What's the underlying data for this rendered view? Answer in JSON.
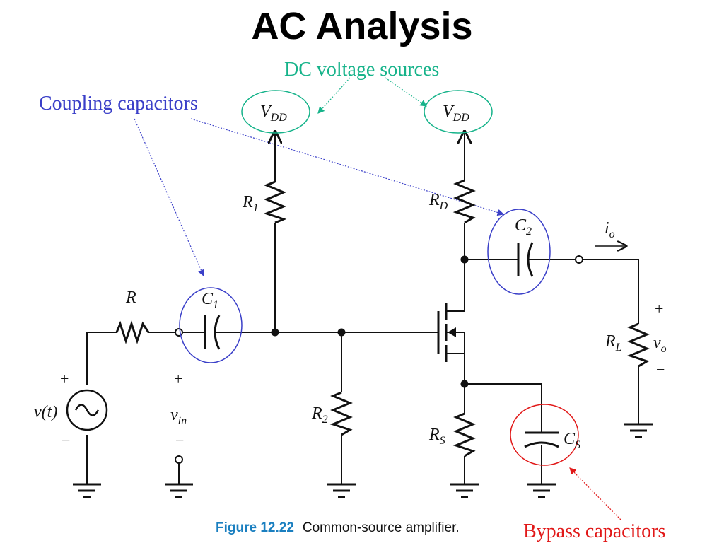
{
  "title": "AC Analysis",
  "annotations": {
    "dc_sources": {
      "text": "DC voltage sources",
      "color": "#16b38a"
    },
    "coupling": {
      "text": "Coupling capacitors",
      "color": "#3a3fc8"
    },
    "bypass": {
      "text": "Bypass capacitors",
      "color": "#e11818"
    }
  },
  "labels": {
    "vdd_main": "V",
    "vdd_sub": "DD",
    "r": "R",
    "r1_main": "R",
    "r1_sub": "1",
    "r2_main": "R",
    "r2_sub": "2",
    "rd_main": "R",
    "rd_sub": "D",
    "rs_main": "R",
    "rs_sub": "S",
    "rl_main": "R",
    "rl_sub": "L",
    "c1_main": "C",
    "c1_sub": "1",
    "c2_main": "C",
    "c2_sub": "2",
    "cs_main": "C",
    "cs_sub": "S",
    "io_main": "i",
    "io_sub": "o",
    "vo_main": "v",
    "vo_sub": "o",
    "vin_main": "v",
    "vin_sub": "in",
    "vt": "v(t)",
    "plus": "+",
    "minus": "−"
  },
  "caption": {
    "number": "Figure 12.22",
    "text": "Common-source amplifier."
  },
  "colors": {
    "wire": "#111111",
    "dc_ellipse": "#16b38a",
    "coupling_circle": "#3a3fc8",
    "bypass_circle": "#e11818"
  }
}
